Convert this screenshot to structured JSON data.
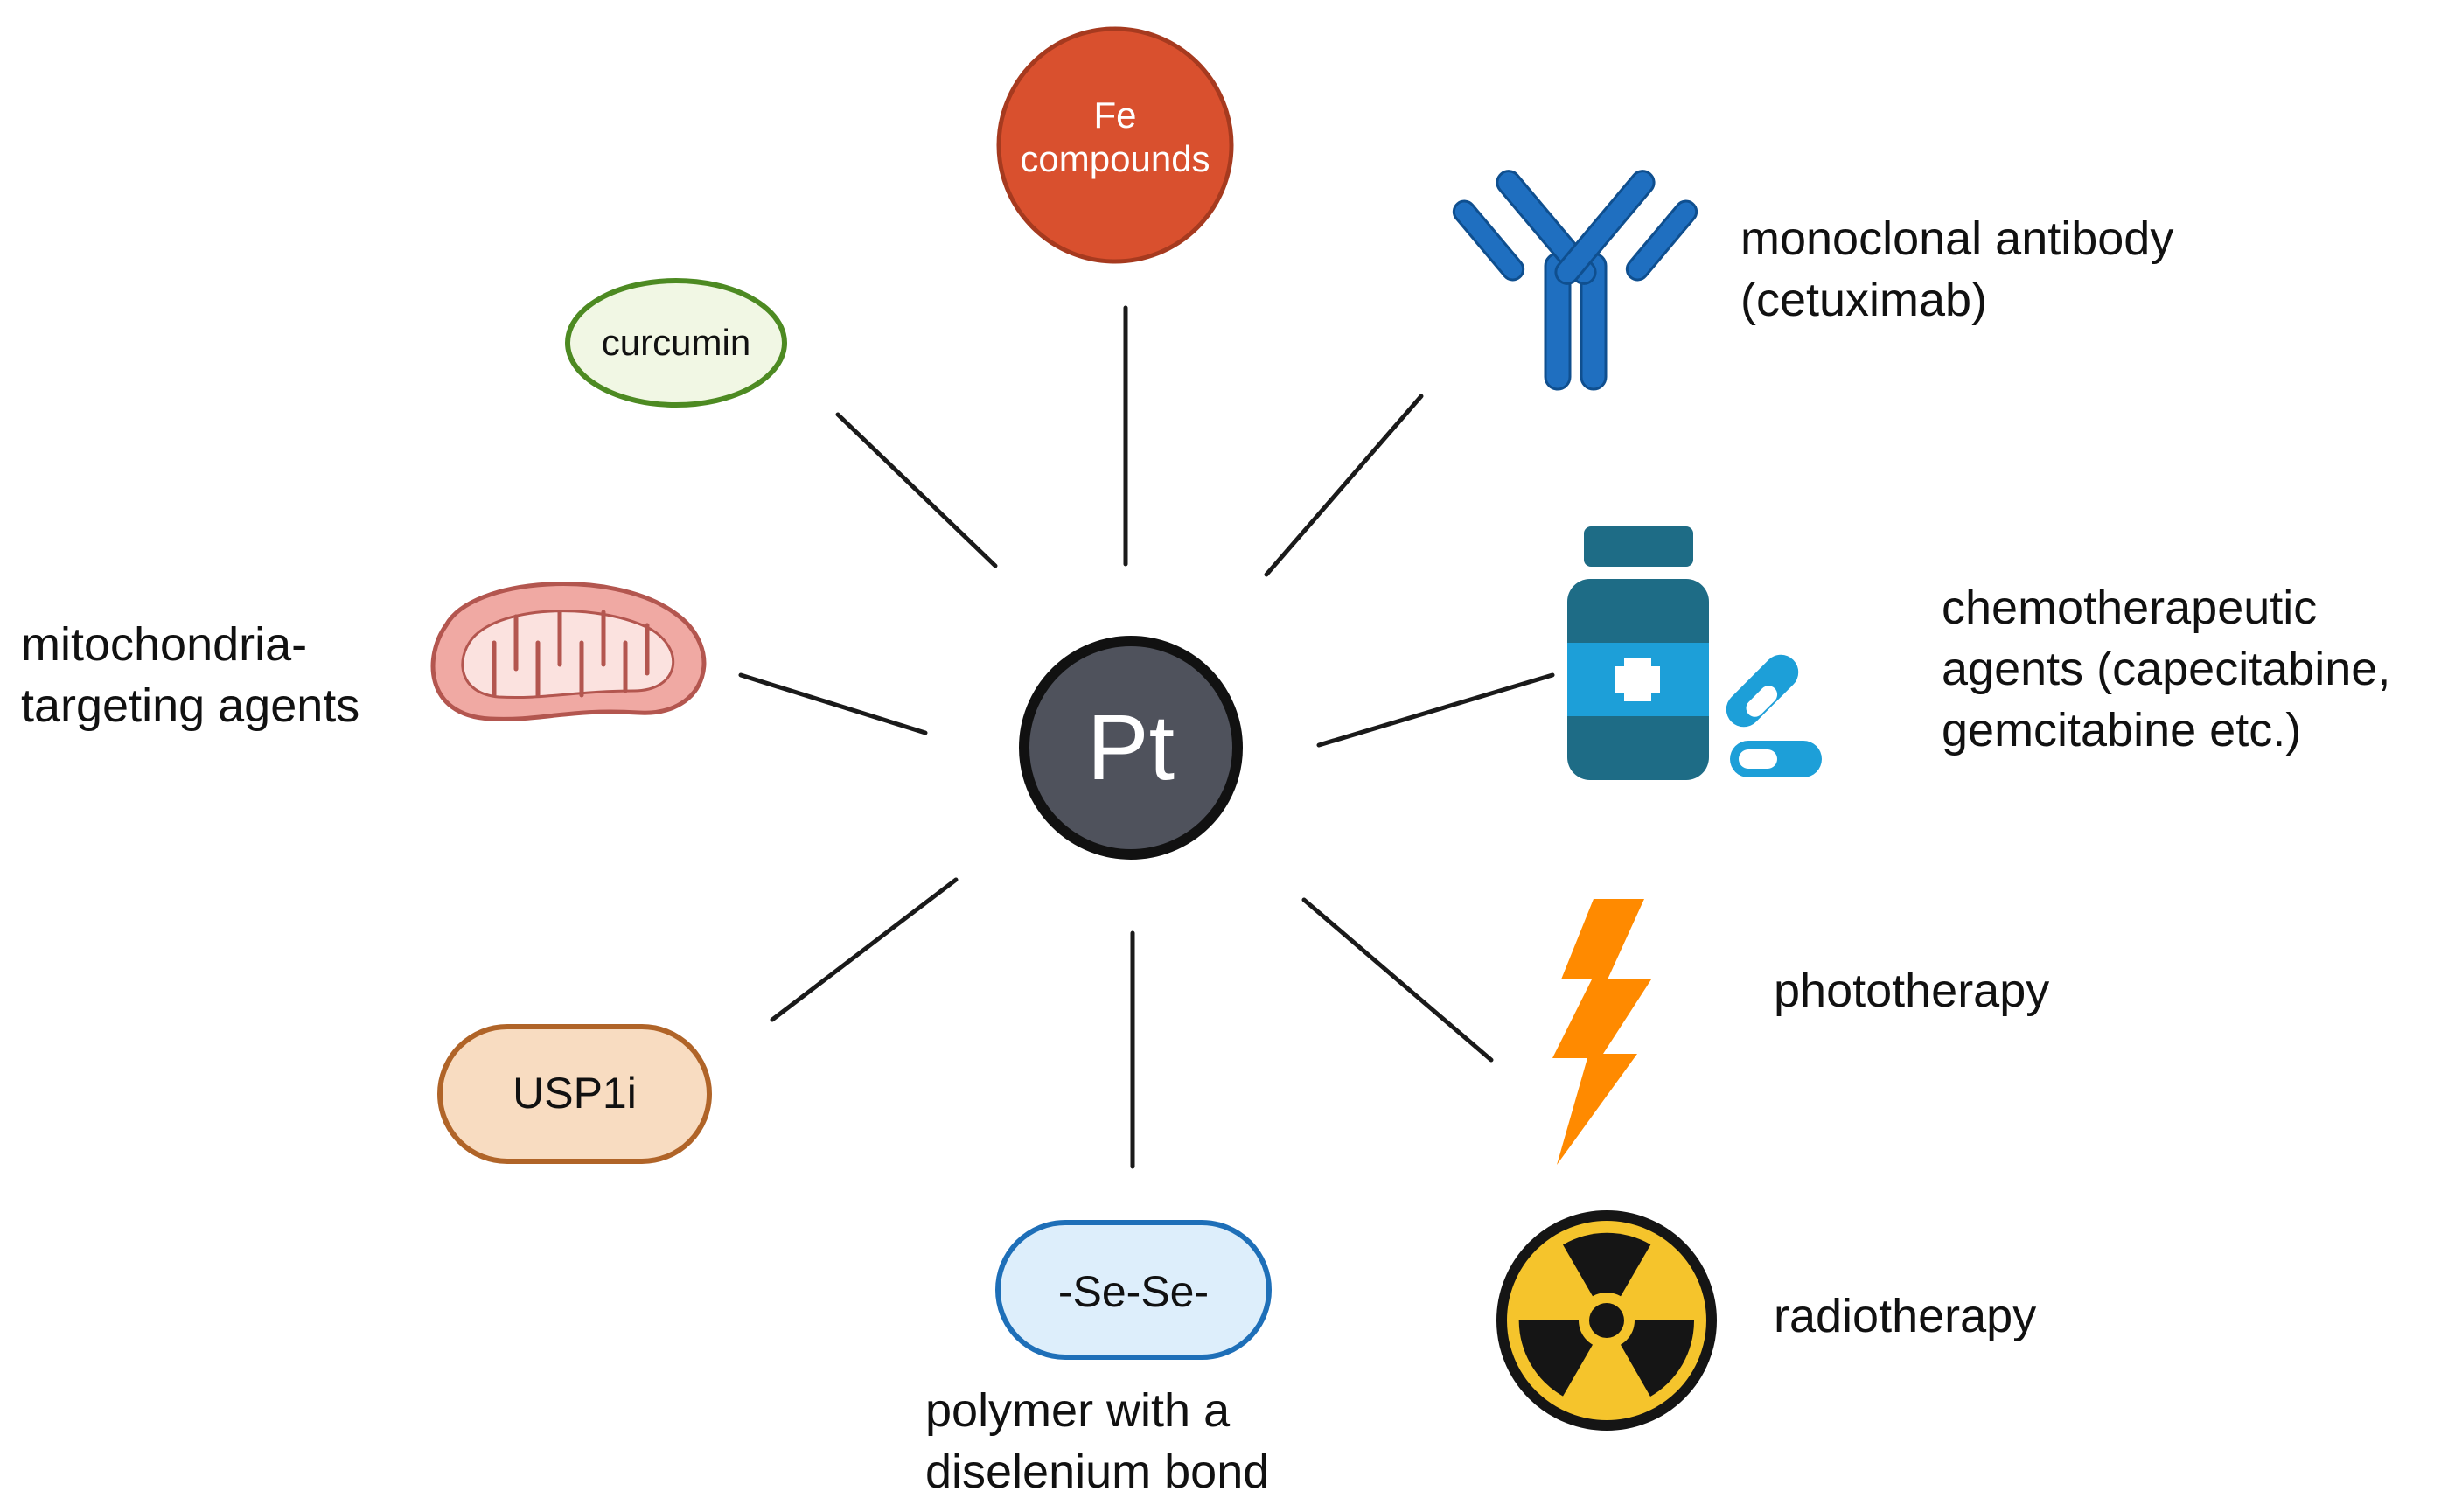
{
  "center": {
    "label": "Pt"
  },
  "nodes": {
    "fe": {
      "line1": "Fe",
      "line2": "compounds"
    },
    "curcumin": {
      "label": "curcumin"
    },
    "antibody": {
      "line1": "monoclonal antibody",
      "line2": "(cetuximab)"
    },
    "chemo": {
      "line1": "chemotherapeutic",
      "line2": "agents (capecitabine,",
      "line3": "gemcitabine etc.)"
    },
    "mito": {
      "line1": "mitochondria-",
      "line2": "targeting agents"
    },
    "photo": {
      "label": "phototherapy"
    },
    "radio": {
      "label": "radiotherapy"
    },
    "usp1i": {
      "label": "USP1i"
    },
    "sese": {
      "label": "-Se-Se-",
      "caption1": "polymer with a",
      "caption2": "diselenium bond"
    }
  },
  "colors": {
    "center_fill": "#4f525c",
    "center_stroke": "#111111",
    "fe_fill": "#d9502e",
    "fe_stroke": "#a63a1f",
    "curcumin_fill": "#f1f7e4",
    "curcumin_stroke": "#4d8a22",
    "usp1i_fill": "#f8dcc1",
    "usp1i_stroke": "#b06428",
    "sese_fill": "#ddeefb",
    "sese_stroke": "#1e6fb8",
    "antibody": "#1f6fc0",
    "chemo_bottle": "#1e6c86",
    "chemo_pill": "#1d9fd8",
    "lightning": "#ff8a00",
    "radiation_fill": "#f5c42c",
    "radiation_dark": "#151515",
    "mito_outer": "#f0a9a3",
    "mito_inner": "#fbe2df",
    "mito_stroke": "#b3564f"
  },
  "icons": [
    "antibody-icon",
    "medicine-bottle-icon",
    "pill-icon",
    "lightning-icon",
    "radiation-icon",
    "mitochondria-icon"
  ]
}
